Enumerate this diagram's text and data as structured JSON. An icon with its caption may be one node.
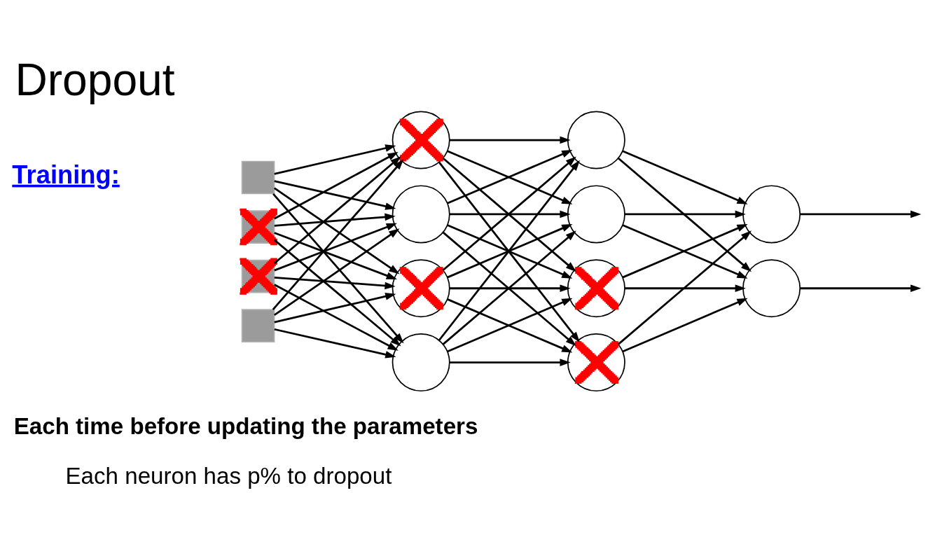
{
  "diagram": {
    "title": "Dropout",
    "nodes": [
      {
        "text": [],
        "shape": "box"
      },
      {
        "text": [],
        "shape": "box"
      },
      {
        "text": [],
        "shape": "box"
      },
      {
        "text": [],
        "shape": "box"
      },
      {
        "text": [],
        "shape": "circle"
      },
      {
        "text": [],
        "shape": "circle"
      },
      {
        "text": [],
        "shape": "circle"
      },
      {
        "text": [],
        "shape": "circle"
      },
      {
        "text": [],
        "shape": "circle"
      },
      {
        "text": [],
        "shape": "circle"
      },
      {
        "text": [],
        "shape": "circle"
      },
      {
        "text": [],
        "shape": "circle"
      },
      {
        "text": [],
        "shape": "circle"
      },
      {
        "text": [],
        "shape": "circle"
      }
    ],
    "edges": [
      {
        "from": 0,
        "to": 4,
        "arrow": "to"
      },
      {
        "from": 0,
        "to": 5,
        "arrow": "to"
      },
      {
        "from": 0,
        "to": 6,
        "arrow": "to"
      },
      {
        "from": 0,
        "to": 7,
        "arrow": "to"
      },
      {
        "from": 1,
        "to": 4,
        "arrow": "to"
      },
      {
        "from": 1,
        "to": 5,
        "arrow": "to"
      },
      {
        "from": 1,
        "to": 6,
        "arrow": "to"
      },
      {
        "from": 1,
        "to": 7,
        "arrow": "to"
      },
      {
        "from": 2,
        "to": 4,
        "arrow": "to"
      },
      {
        "from": 2,
        "to": 5,
        "arrow": "to"
      },
      {
        "from": 2,
        "to": 6,
        "arrow": "to"
      },
      {
        "from": 2,
        "to": 7,
        "arrow": "to"
      },
      {
        "from": 3,
        "to": 4,
        "arrow": "to"
      },
      {
        "from": 3,
        "to": 5,
        "arrow": "to"
      },
      {
        "from": 3,
        "to": 6,
        "arrow": "to"
      },
      {
        "from": 3,
        "to": 7,
        "arrow": "to"
      },
      {
        "from": 4,
        "to": 8,
        "arrow": "to"
      },
      {
        "from": 4,
        "to": 9,
        "arrow": "to"
      },
      {
        "from": 4,
        "to": 10,
        "arrow": "to"
      },
      {
        "from": 4,
        "to": 11,
        "arrow": "to"
      },
      {
        "from": 5,
        "to": 8,
        "arrow": "to"
      },
      {
        "from": 5,
        "to": 9,
        "arrow": "to"
      },
      {
        "from": 5,
        "to": 10,
        "arrow": "to"
      },
      {
        "from": 5,
        "to": 11,
        "arrow": "to"
      },
      {
        "from": 6,
        "to": 8,
        "arrow": "to"
      },
      {
        "from": 6,
        "to": 9,
        "arrow": "to"
      },
      {
        "from": 6,
        "to": 10,
        "arrow": "to"
      },
      {
        "from": 6,
        "to": 11,
        "arrow": "to"
      },
      {
        "from": 7,
        "to": 8,
        "arrow": "to"
      },
      {
        "from": 7,
        "to": 9,
        "arrow": "to"
      },
      {
        "from": 7,
        "to": 10,
        "arrow": "to"
      },
      {
        "from": 7,
        "to": 11,
        "arrow": "to"
      },
      {
        "from": 8,
        "to": 12,
        "arrow": "to"
      },
      {
        "from": 8,
        "to": 13,
        "arrow": "to"
      },
      {
        "from": 9,
        "to": 12,
        "arrow": "to"
      },
      {
        "from": 9,
        "to": 13,
        "arrow": "to"
      },
      {
        "from": 10,
        "to": 12,
        "arrow": "to"
      },
      {
        "from": 10,
        "to": 13,
        "arrow": "to"
      },
      {
        "from": 11,
        "to": 12,
        "arrow": "to"
      },
      {
        "from": 11,
        "to": 13,
        "arrow": "to"
      },
      {
        "from": 12,
        "to": null,
        "arrow": "to"
      },
      {
        "from": 13,
        "to": null,
        "arrow": "to"
      }
    ],
    "labels": [
      "Training:",
      "Each time before updating the parameters",
      "Each neuron has p% to dropout"
    ]
  }
}
